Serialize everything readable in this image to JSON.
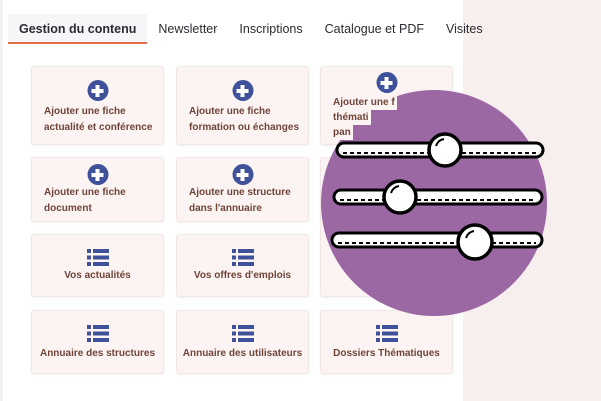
{
  "tabs": [
    {
      "label": "Gestion du contenu",
      "active": true
    },
    {
      "label": "Newsletter"
    },
    {
      "label": "Inscriptions"
    },
    {
      "label": "Catalogue et PDF"
    },
    {
      "label": "Visites"
    }
  ],
  "cards": [
    {
      "line1": "Ajouter une fiche",
      "line2": "actualité et conférence",
      "icon": "plus-circle-icon"
    },
    {
      "line1": "Ajouter une fiche",
      "line2": "formation ou échanges",
      "icon": "plus-circle-icon"
    },
    {
      "line1": "Ajouter une f",
      "line2": "thémati",
      "line3": "pan",
      "icon": "plus-circle-icon"
    },
    {
      "line1": "Ajouter une fiche",
      "line2": "document",
      "icon": "plus-circle-icon"
    },
    {
      "line1": "Ajouter une structure",
      "line2": "dans l'annuaire",
      "icon": "plus-circle-icon"
    },
    {
      "label": "Vos actualités",
      "icon": "list-icon"
    },
    {
      "label": "Vos offres d'emplois",
      "icon": "list-icon"
    },
    {
      "label": "Annuaire des structures",
      "icon": "list-icon"
    },
    {
      "label": "Annuaire des utilisateurs",
      "icon": "list-icon"
    },
    {
      "label": "Dossiers Thématiques",
      "icon": "list-icon"
    }
  ],
  "colors": {
    "accent": "#e2714f",
    "icon": "#3f519b",
    "overlay": "#9b68a4"
  }
}
